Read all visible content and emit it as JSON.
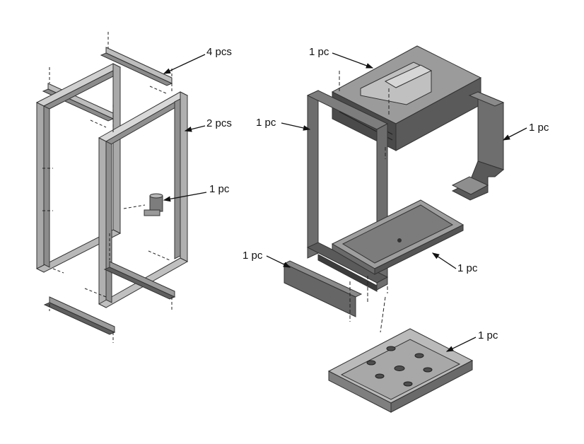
{
  "diagram": {
    "labels": {
      "crossbars": "4 pcs",
      "side_frames": "2 pcs",
      "pump": "1 pc",
      "top_unit": "1 pc",
      "front_frame": "1 pc",
      "side_duct": "1 pc",
      "kick_panel": "1 pc",
      "tray": "1 pc",
      "base": "1 pc"
    },
    "colors": {
      "line": "#222222",
      "metal_light": "#c8c8c8",
      "metal_mid": "#9a9a9a",
      "metal_dark": "#5e5e5e",
      "metal_darker": "#3f3f3f"
    }
  }
}
